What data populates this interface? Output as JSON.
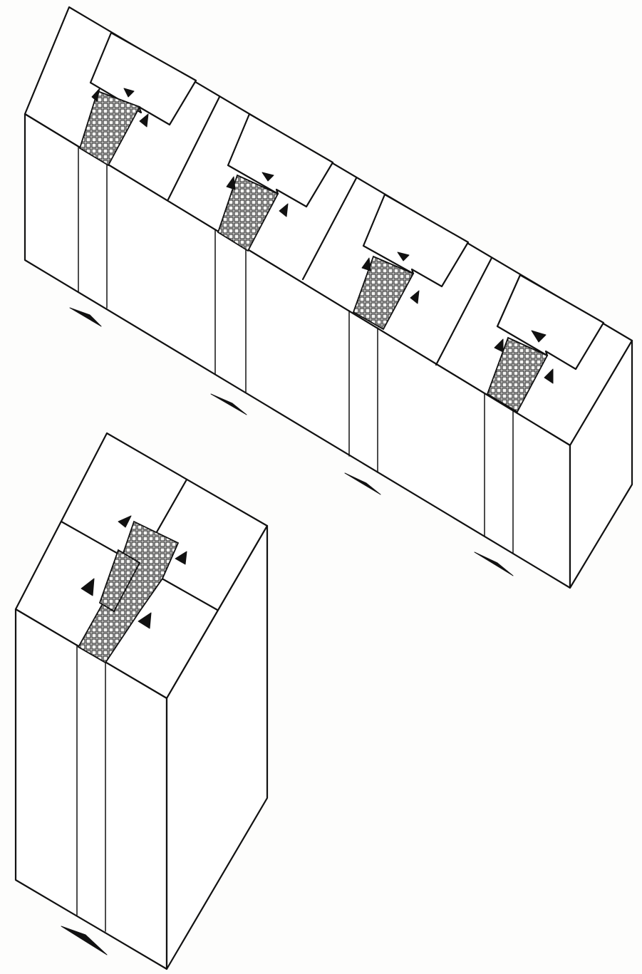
{
  "diagram": {
    "colors": {
      "line": "#111111",
      "background": "#fdfdfc",
      "stair_hatch": "#222222"
    },
    "slab_block": {
      "sections": 4,
      "stair_cores": 4,
      "stair_arrows_per_core": 3,
      "ground_arrows": 4
    },
    "tower_block": {
      "quadrants": 4,
      "stair_cores": 1,
      "stair_arrows": 4,
      "ground_arrows": 1
    },
    "icons": [
      "arrow-triangle-icon",
      "stair-grid-icon"
    ]
  }
}
